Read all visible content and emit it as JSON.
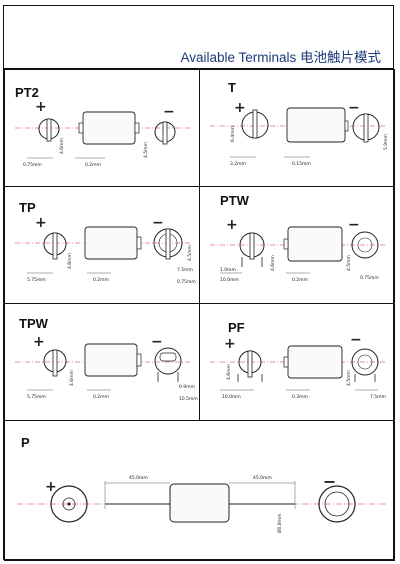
{
  "title": "Available Terminals  电池触片模式",
  "panels": {
    "pt2": {
      "label": "PT2",
      "dims": [
        "0.75mm",
        "4.6mm",
        "0.2mm",
        "4.5mm"
      ]
    },
    "t": {
      "label": "T",
      "dims": [
        "3.2mm",
        "6.4mm",
        "0.15mm",
        "5.9mm"
      ]
    },
    "tp": {
      "label": "TP",
      "dims": [
        "5.75mm",
        "4.6mm",
        "0.2mm",
        "4.5mm",
        "7.5mm",
        "0.75mm"
      ]
    },
    "ptw": {
      "label": "PTW",
      "dims": [
        "1.0mm",
        "10.0mm",
        "4.6mm",
        "0.2mm",
        "4.5mm",
        "0.75mm"
      ]
    },
    "tpw": {
      "label": "TPW",
      "dims": [
        "5.75mm",
        "4.6mm",
        "0.2mm",
        "0.9mm",
        "10.5mm"
      ]
    },
    "pf": {
      "label": "PF",
      "dims": [
        "4.6mm",
        "10.0mm",
        "0.3mm",
        "4.5mm",
        "7.5mm"
      ]
    },
    "p": {
      "label": "P",
      "dims": [
        "45.0mm",
        "45.0mm",
        "Ø0.8mm"
      ]
    }
  },
  "symbols": {
    "plus": "+",
    "minus": "−"
  }
}
